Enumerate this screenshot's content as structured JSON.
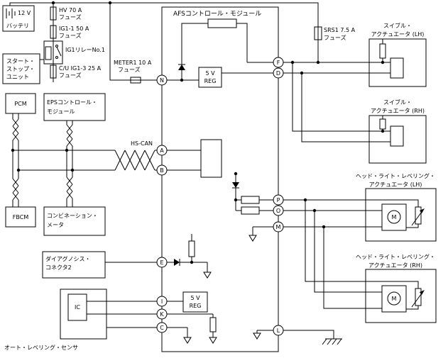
{
  "diagram": {
    "title": "AFSコントロール・モジュール",
    "labels": {
      "battery": [
        "12 V",
        "バッテリ"
      ],
      "fuse_hv": [
        "HV 70 A",
        "フューズ"
      ],
      "fuse_ig1": [
        "IG1-1 50 A",
        "フューズ"
      ],
      "relay_ig1": "IG1リレーNo.1",
      "fuse_cu": [
        "C/U IG1-3 25 A",
        "フューズ"
      ],
      "start_stop_unit": [
        "スタート・",
        "ストップ・",
        "ユニット"
      ],
      "fuse_meter": [
        "METER1 10 A",
        "フューズ"
      ],
      "pcm": "PCM",
      "eps": [
        "EPSコントロール・",
        "モジュール"
      ],
      "fbcm": "FBCM",
      "combination_meter": [
        "コンビネーション・",
        "メータ"
      ],
      "hs_can": "HS-CAN",
      "diagnosis_connector": [
        "ダイアグノシス・",
        "コネクタ2"
      ],
      "auto_leveling_sensor": "オート・レベリング・センサ",
      "ic": "IC",
      "reg_top": [
        "5 V",
        "REG"
      ],
      "reg_bottom": [
        "5 V",
        "REG"
      ],
      "fuse_srs": [
        "SRS1 7.5 A",
        "フューズ"
      ],
      "swivel_lh": [
        "スイブル・",
        "アクチュエータ (LH)"
      ],
      "swivel_rh": [
        "スイブル・",
        "アクチュエータ (RH)"
      ],
      "leveling_lh": [
        "ヘッド・ライト・レベリング・",
        "アクチュエータ (LH)"
      ],
      "leveling_rh": [
        "ヘッド・ライト・レベリング・",
        "アクチュエータ (RH)"
      ],
      "motor": "M"
    },
    "terminals": {
      "left": [
        "N",
        "A",
        "B",
        "E",
        "I",
        "K",
        "C"
      ],
      "right": [
        "F",
        "D",
        "P",
        "O",
        "M",
        "L"
      ]
    },
    "colors": {
      "line": "#000000",
      "background": "#ffffff"
    }
  }
}
